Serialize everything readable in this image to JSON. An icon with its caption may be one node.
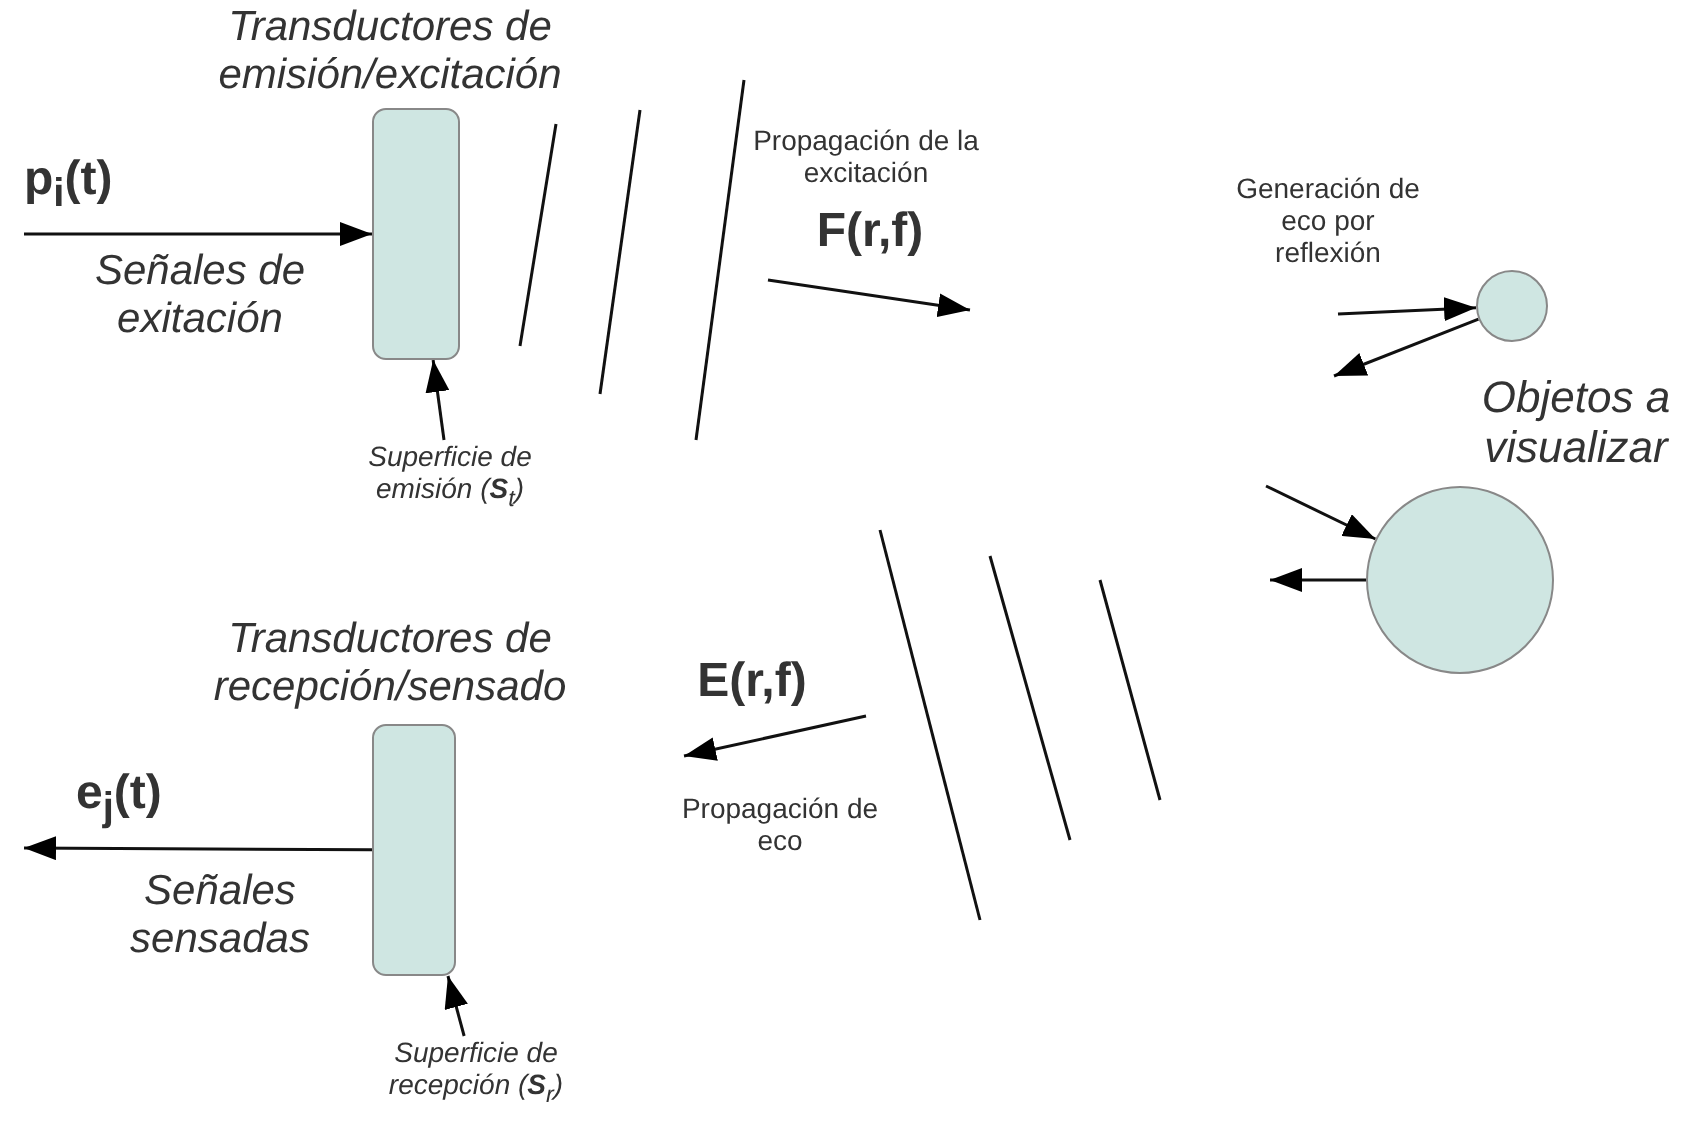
{
  "diagram": {
    "nodes": [
      {
        "text": [
          "Transductores de emisión/excitación"
        ]
      },
      {
        "text": [
          "Transductores de recepción/sensado"
        ]
      },
      {
        "text": [],
        "shape": "circle"
      },
      {
        "text": [],
        "shape": "circle"
      },
      {
        "text": [
          "Superficie de emisión (**S**$_{t}$)"
        ]
      },
      {
        "text": [
          "Superficie de recepción (**S**$_{r}$)"
        ]
      }
    ],
    "edges": [
      {
        "from": null,
        "to": 0,
        "arrow": "to",
        "label": "p$_{i}$(t)"
      },
      {
        "from": 4,
        "to": 0,
        "arrow": "to"
      },
      {
        "from": 1,
        "to": null,
        "arrow": "to",
        "label": "e$_{j}$(t)"
      },
      {
        "from": 5,
        "to": 1,
        "arrow": "to"
      },
      {
        "from": null,
        "to": 2,
        "arrow": "to"
      },
      {
        "from": 2,
        "to": null,
        "arrow": "to"
      },
      {
        "from": null,
        "to": 3,
        "arrow": "to"
      },
      {
        "from": 3,
        "to": null,
        "arrow": "to"
      }
    ],
    "labels": [
      "Señales de exitación",
      "Propagación de la excitación",
      "F(r,f)",
      "Generación de eco por reflexión",
      "Objetos a visualizar",
      "E(r,f)",
      "Señales sensadas",
      "Propagación de eco"
    ]
  }
}
